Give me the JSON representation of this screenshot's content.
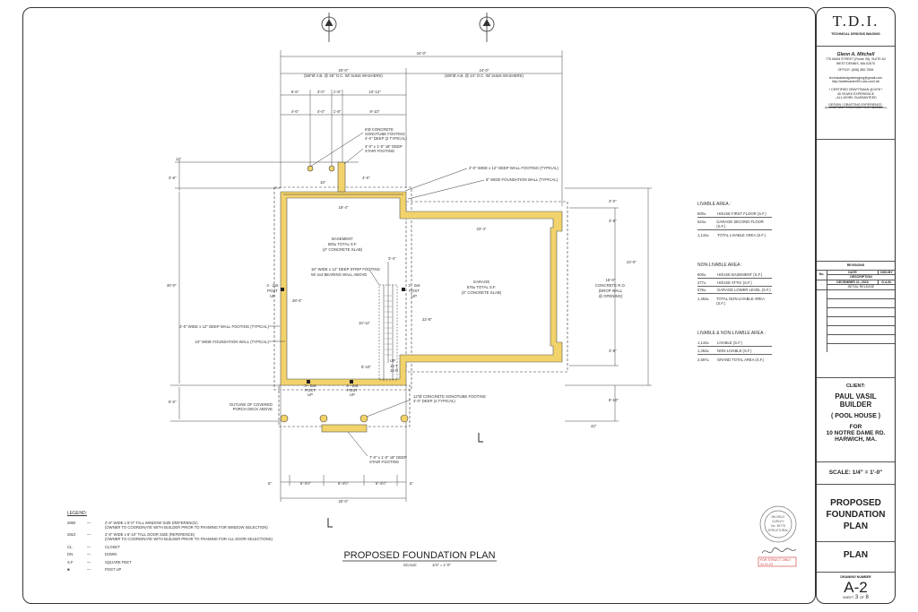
{
  "titleblock": {
    "company": "T.D.I.",
    "company_sub": "TECHNICAL DESIGNS IMAGING",
    "name": "Glenn A. Mitchell",
    "address1": "775 MAIN STREET (Route 28), SUITE A2",
    "address2": "WEST DENNIS, MA.02670",
    "office": "OFFICE: (508) 360-7506",
    "email": "technicaldesignsimaging@gmail.com",
    "web": "http://draftmaster991.wix.com/-tdi",
    "cert1": "* CERTIFIED DRAFTSMAN @1978 *",
    "cert2": "45 YEARS EXPERIENCE",
    "cert3": "- ALL WORK GUARANTEED",
    "experience": "DESIGN / DRAFTING EXPERIENCE:",
    "disciplines": "- ARCHITECTURAL - STRUCTURAL - CIVIL - MECHANICAL -",
    "revisions_title": "REVISIONS",
    "rev_headers": [
      "No.",
      "DATE",
      "DSN.BY"
    ],
    "rev_desc_header": "DESCRIPTION",
    "rev_row": {
      "no": "-",
      "date": "DECEMBER 21, 2023",
      "by": "G.A.M."
    },
    "rev_desc": "INITIAL RELEASE",
    "client_label": "CLIENT:",
    "client1": "PAUL VASIL",
    "client2": "BUILDER",
    "project": "( POOL HOUSE )",
    "for_label": "FOR",
    "site1": "10 NOTRE DAME RD.",
    "site2": "HARWICH, MA.",
    "scale": "SCALE: 1/4\" = 1'-0\"",
    "sheet_title1": "PROPOSED",
    "sheet_title2": "FOUNDATION",
    "sheet_title3": "PLAN",
    "sheet_type": "PLAN",
    "drawing_label": "DRAWING NUMBER",
    "drawing_no": "A-2",
    "sheet_label": "SHEET",
    "sheet_no": "3",
    "of_label": "OF",
    "sheet_total": "8"
  },
  "plan": {
    "title": "PROPOSED FOUNDATION PLAN",
    "scale_label": "SCALE:",
    "scale_value": "1/4\" = 1'-0\"",
    "basement_name": "BASEMENT",
    "basement_area": "600± TOTAL S.F.",
    "basement_slab": "(4\" CONCRETE SLAB)",
    "garage_name": "GARAGE",
    "garage_area": "576± TOTAL S.F.",
    "garage_slab": "(4\" CONCRETE SLAB)",
    "notes": {
      "sono1": "6'Ø CONCRETE",
      "sono2": "SONOTUBE FOOTING",
      "sono3": "4'-0\" DEEP (2 TYPICAL)",
      "stair1": "4'-0\" x 1'-0\" x8\" DEEP",
      "stair2": "STAIR FOOTING",
      "wall_footing1": "2'-0\" WIDE x 12\" DEEP WALL FOOTING (TYPICAL)",
      "wall1": "8\" WIDE FOUNDATION WALL (TYPICAL)",
      "strip1": "16\" WIDE x 12\" DEEP STRIP FOOTING",
      "strip2": "W/ 2x4 BEARING WALL ABOVE",
      "wall_footing2": "2'-0\" WIDE x 12\" DEEP WALL FOOTING (TYPICAL)",
      "wall2": "10\" WIDE FOUNDATION WALL (TYPICAL)",
      "post_l": "3 - 2x6",
      "post_l2": "POST",
      "post_l3": "UP",
      "post_r": "3 - 2x6",
      "post_r2": "POST",
      "post_r3": "UP",
      "outline1": "OUTLINE OF COVERED",
      "outline2": "PORCH DECK ABOVE",
      "sono_b1": "12\"Ø CONCRETE SONOTUBE FOOTING",
      "sono_b2": "4'-0\" DEEP (4 TYPICAL)",
      "stair_b1": "7'-0\" x 1'-0\" x8\" DEEP",
      "stair_b2": "STAIR FOOTING",
      "conc1": "16'-0\"",
      "conc2": "CONCRETE R.O.",
      "conc3": "(DROP WALL",
      "conc4": "@ OPENING)",
      "up": "UP",
      "risers": "14 T",
      "risers2": "15 R"
    },
    "dims": {
      "overall": "44'-0\"",
      "d20": "20'-0\"",
      "d20_note": "(5/8\"Ø A.B. @ 48\" O.C. W/ 3x3x6 WASHERS)",
      "d24": "24'-0\"",
      "d24_note": "(5/8\"Ø A.B. @ 24\" O.C. W/ 3x3x6 WASHERS)",
      "r1a": "6'-6\"",
      "r1b": "3'-0\"",
      "r1c": "1'-8\"",
      "r1d": "10'-12\"",
      "r2a": "4'-6\"",
      "r2b": "4'-0\"",
      "r2c": "1'-8\"",
      "r2d": "9'-10\"",
      "d12": "12\"",
      "d16": "16\"",
      "d4": "4'-0\"",
      "d3_8": "3'-8\"",
      "d18_4": "18'-4\"",
      "d23_4": "23'-4\"",
      "d30": "30'-0\"",
      "d28_4": "28'-4\"",
      "d10_11": "10'-11\"",
      "d22_8": "22'-8\"",
      "d5_10": "5'-10\"",
      "d3_4": "3'-4\"",
      "r3a": "3'-0\"",
      "r3b": "3'-8\"",
      "r3c": "24'-0\"",
      "r3d": "3'-8\"",
      "r3e": "8'-10\"",
      "d8": "8'-0\"",
      "d42": "42\"",
      "b1": "6\"",
      "b2": "6'-4½\"",
      "b3": "6'-4½\"",
      "b4": "6'-4½\"",
      "b5": "6\"",
      "b_total": "20'-0\""
    }
  },
  "areas": {
    "livable_title": "LIVABLE AREA :",
    "livable": [
      {
        "v": "600±",
        "d": "HOUSE FIRST FLOOR (S.F.)"
      },
      {
        "v": "544±",
        "d": "GARAGE SECOND FLOOR (S.F.)"
      }
    ],
    "livable_total": {
      "v": "1,144±",
      "d": "TOTAL LIVABLE AREA (S.F.)"
    },
    "non_title": "NON-LIVABLE AREA :",
    "non": [
      {
        "v": "600±",
        "d": "HOUSE BASEMENT (S.F.)"
      },
      {
        "v": "277±",
        "d": "HOUSE ATTIC (S.F.)"
      },
      {
        "v": "576±",
        "d": "GARAGE LOWER LEVEL (S.F.)"
      }
    ],
    "non_total": {
      "v": "1,453±",
      "d": "TOTAL NON-LIVABLE AREA (S.F.)"
    },
    "both_title": "LIVABLE & NON-LIVABLE AREA :",
    "both": [
      {
        "v": "1,144±",
        "d": "LIVABLE (S.F.)"
      },
      {
        "v": "1,453±",
        "d": "NON-LIVABLE (S.F.)"
      }
    ],
    "both_total": {
      "v": "2,597±",
      "d": "GRAND TOTAL AREA (S.F.)"
    }
  },
  "legend": {
    "title": "LEGEND:",
    "rows": [
      {
        "k": "2850",
        "d": "—",
        "t": "2'-8\" WIDE x 5'-0\" TALL WINDOW SIZE (REFERENCE)",
        "t2": "(OWNER TO COORDINATE WITH BUILDER PRIOR TO FRAMING FOR WINDOW SELECTION)"
      },
      {
        "k": "2810",
        "d": "—",
        "t": "2'-8\" WIDE x 6'-10\" TALL DOOR SIZE (REFERENCE)",
        "t2": "(OWNER TO COORDINATE WITH BUILDER PRIOR TO FRAMING FOR ALL DOOR SELECTIONS)"
      },
      {
        "k": "CL.",
        "d": "—",
        "t": "CLOSET",
        "t2": ""
      },
      {
        "k": "DN.",
        "d": "—",
        "t": "DOWN",
        "t2": ""
      },
      {
        "k": "S.F",
        "d": "—",
        "t": "SQUARE FEET",
        "t2": ""
      },
      {
        "k": "■",
        "d": "—",
        "t": "POST UP",
        "t2": ""
      }
    ]
  },
  "stamp": {
    "line1": "MICHELE",
    "line2": "CURLEY",
    "line3": "No. 39778",
    "line4": "STRUCTURAL",
    "note1": "FOR STRUCT. ONLY",
    "note2": "12.21.23"
  },
  "colors": {
    "footing": "#f2d36b",
    "wall": "#e9be24",
    "line": "#333333"
  }
}
